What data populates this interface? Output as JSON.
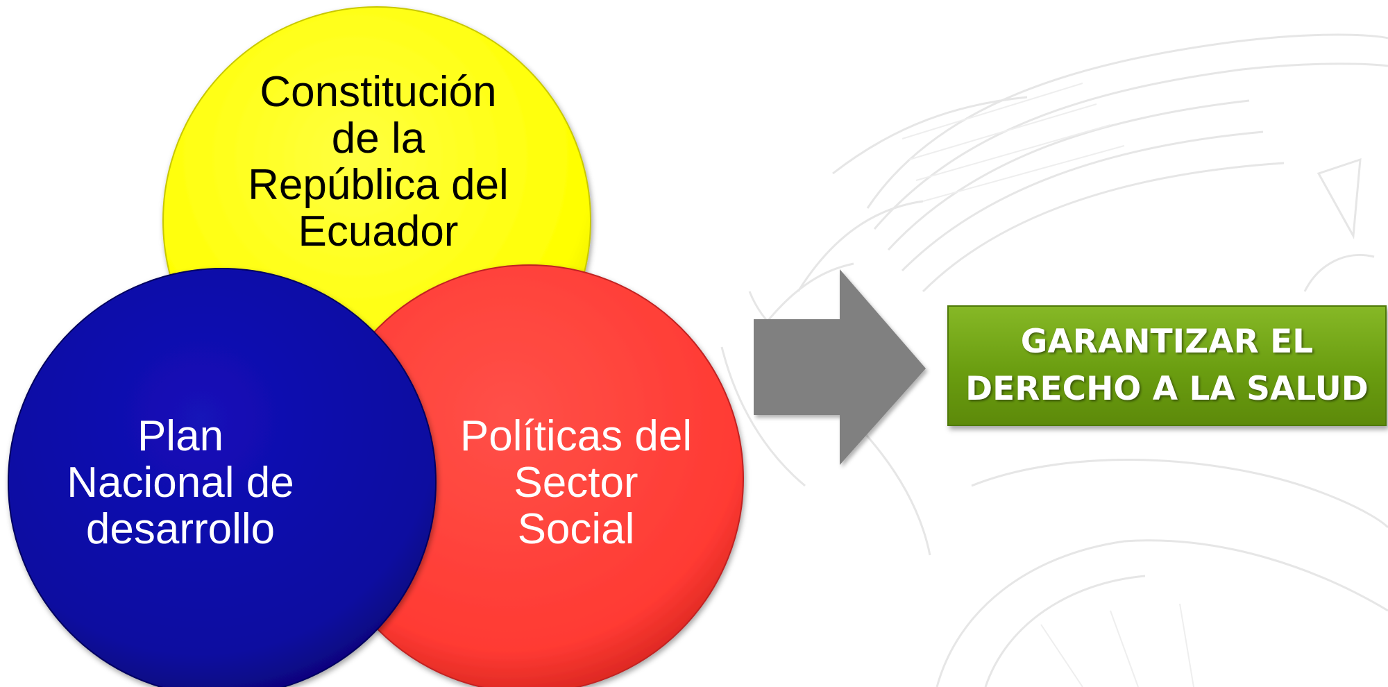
{
  "diagram": {
    "circles": [
      {
        "id": "constitucion",
        "label": "Constitución\nde la\nRepública del\nEcuador",
        "color": "#ffff00",
        "text_color": "#000000"
      },
      {
        "id": "plan",
        "label": "Plan\nNacional de\ndesarrollo",
        "color": "#0b0aa0",
        "text_color": "#ffffff"
      },
      {
        "id": "politicas",
        "label": "Políticas del\nSector\nSocial",
        "color": "#ff3a33",
        "text_color": "#ffffff"
      }
    ],
    "arrow": {
      "color": "#808080",
      "direction": "right"
    },
    "goal": {
      "label": "GARANTIZAR EL\nDERECHO A LA SALUD",
      "color": "#6a9d10"
    }
  }
}
